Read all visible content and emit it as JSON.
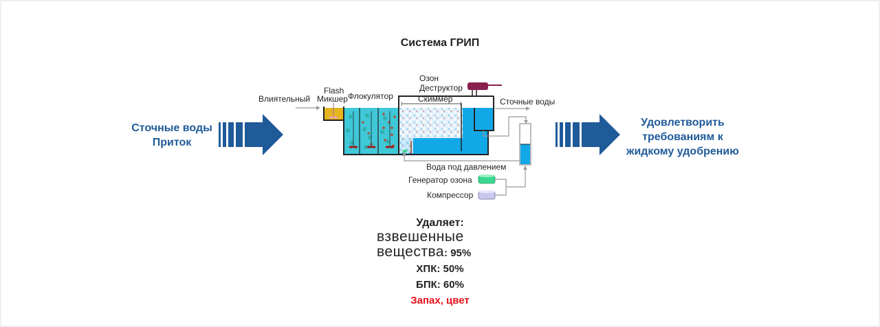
{
  "title": "Система ГРИП",
  "inflow": {
    "line1": "Сточные воды",
    "line2": "Приток"
  },
  "outcome": {
    "line1": "Удовлетворить",
    "line2": "требованиям к",
    "line3": "жидкому удобрению"
  },
  "diagram_labels": {
    "influent": "Влиятельный",
    "flash_mixer_line1": "Flash",
    "flash_mixer_line2": "Микшер",
    "flocculator": "Флокулятор",
    "ozone_destructor_line1": "Озон",
    "ozone_destructor_line2": "Деструктор",
    "skimmer": "Скиммер",
    "effluent": "Сточные воды",
    "pressurized_water": "Вода под давлением",
    "ozone_generator": "Генератор озона",
    "compressor": "Компрессор"
  },
  "removal": {
    "heading": "Удаляет:",
    "suspended_line1": "взвешенные",
    "suspended_line2": "вещества",
    "suspended_value": ": 95%",
    "cod": "ХПК: 50%",
    "bod": "БПК: 60%",
    "odor_color": "Запах, цвет"
  },
  "colors": {
    "brand_blue": "#1f5a99",
    "water": "#12a8e8",
    "flocculator_water": "#3fc8d8",
    "alert_red": "#e8101a"
  }
}
